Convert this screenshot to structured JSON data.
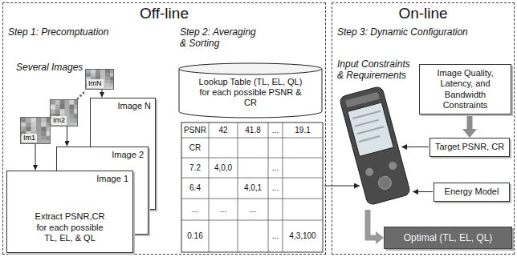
{
  "diagram": {
    "nodes": [
      {
        "text": [
          "Off-line"
        ]
      },
      {
        "text": [
          "Image N"
        ],
        "in": 0
      },
      {
        "text": [
          "Image 2"
        ],
        "in": 0
      },
      {
        "text": [
          "Image 1",
          "Extract PSNR,CR for each possible TL, EL, & QL"
        ],
        "in": 0
      },
      {
        "text": [
          "Im1"
        ],
        "in": 0
      },
      {
        "text": [
          "Im2"
        ],
        "in": 0
      },
      {
        "text": [
          "ImN"
        ],
        "in": 0
      },
      {
        "text": [
          "Lookup Table (TL, EL, QL) for each possible PSNR & CR"
        ],
        "in": 0
      },
      {
        "text": [
          "On-line"
        ]
      },
      {
        "text": [
          "Image Quality, Latency, and Bandwidth Constraints"
        ],
        "in": 8
      },
      {
        "text": [
          "Target PSNR, CR"
        ],
        "in": 8
      },
      {
        "text": [
          "Energy Model"
        ],
        "in": 8
      },
      {
        "text": [
          "Optimal (TL, EL, QL)"
        ],
        "in": 8
      }
    ],
    "edges": [
      {
        "from": 4,
        "to": 3,
        "arrow": "to"
      },
      {
        "from": 5,
        "to": 2,
        "arrow": "to"
      },
      {
        "from": 6,
        "to": 1,
        "arrow": "to"
      },
      {
        "from": 9,
        "to": 10,
        "arrow": "to"
      }
    ],
    "labels": [
      "Step 1: Precomptuation",
      "Step 2: Averaging & Sorting",
      "Several Images",
      "PSNR",
      "42",
      "41.8",
      "...",
      "19.1",
      "CR",
      "7.2",
      "4,0,0",
      "...",
      "6.4",
      "4,0,1",
      "...",
      "...",
      "...",
      "...",
      "0.16",
      "...",
      "4,3,100",
      "Step 3: Dynamic Configuration",
      "Input Constraints & Requirements"
    ]
  }
}
